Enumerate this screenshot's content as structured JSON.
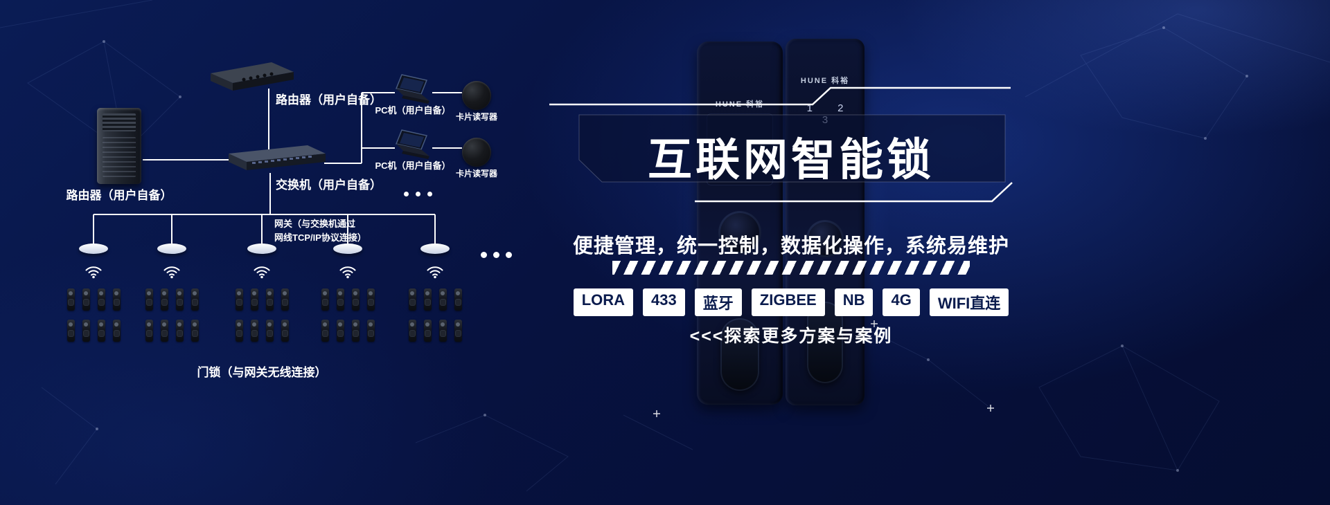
{
  "diagram": {
    "server_label": "路由器（用户自备）",
    "router_label": "路由器（用户自备）",
    "switch_label": "交换机（用户自备）",
    "pc_label_1": "PC机（用户自备）",
    "pc_label_2": "PC机（用户自备）",
    "card_reader_label_1": "卡片读写器",
    "card_reader_label_2": "卡片读写器",
    "gateway_note_line1": "网关（与交换机通过",
    "gateway_note_line2": "网线TCP/IP协议连接）",
    "door_lock_label": "门锁（与网关无线连接）",
    "gateway_count": 5,
    "lock_grid": {
      "rows": 2,
      "columns": 4
    }
  },
  "hero": {
    "title": "互联网智能锁",
    "subtitle": "便捷管理，统一控制，数据化操作，系统易维护",
    "tags": [
      "LORA",
      "433",
      "蓝牙",
      "ZIGBEE",
      "NB",
      "4G",
      "WIFI直连"
    ],
    "explore": "<<<探索更多方案与案例",
    "brand": "HUNE 科裕",
    "keypad_row": "1 2 3"
  },
  "theme": {
    "background_navy": "#071240",
    "line_color": "#ffffff",
    "badge_bg": "#ffffff",
    "badge_text": "#0a1b4d"
  }
}
